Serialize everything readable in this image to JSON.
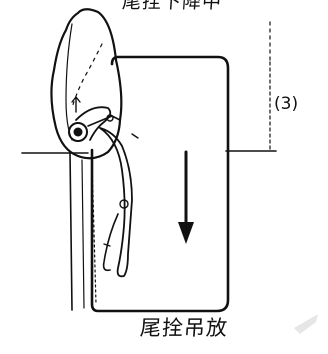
{
  "diagram": {
    "top_label": "尾拴下降中",
    "bottom_label": "尾拴吊放",
    "step_label": "(3)"
  },
  "colors": {
    "ink": "#111111",
    "background": "#ffffff",
    "watermark": "#e6e6e6"
  }
}
